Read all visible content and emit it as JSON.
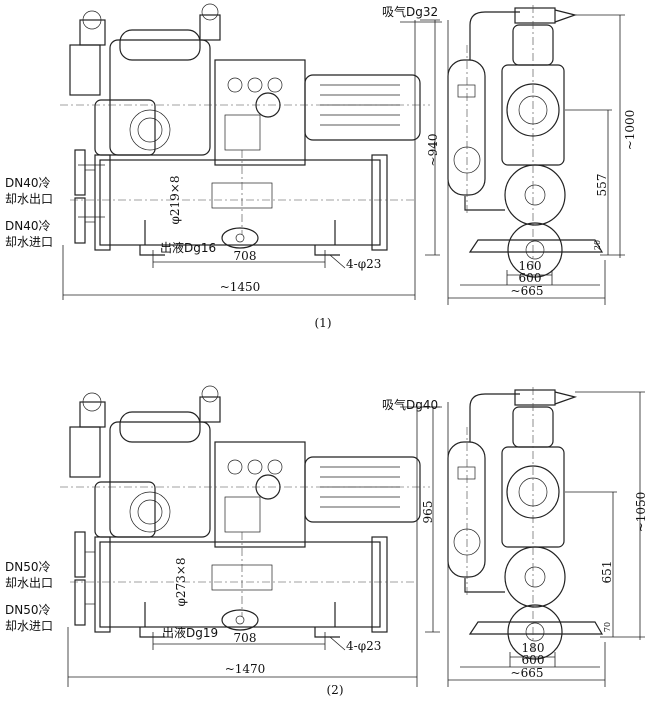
{
  "figures": [
    {
      "caption": "(1)",
      "suction": "吸气Dg32",
      "height_total": "~940",
      "height_side": "~1000",
      "axis_height": "557",
      "outlet": [
        "DN40冷",
        "却水出口"
      ],
      "inlet": [
        "DN40冷",
        "却水进口"
      ],
      "shell": "φ219×8",
      "liquid": "出液Dg16",
      "foot_span": "708",
      "bolts": "4-φ23",
      "length": "~1450",
      "base_inner": "160",
      "base_mid": "600",
      "width": "~665",
      "base_h": "20"
    },
    {
      "caption": "(2)",
      "suction": "吸气Dg40",
      "height_total": "965",
      "height_side": "~1050",
      "axis_height": "651",
      "outlet": [
        "DN50冷",
        "却水出口"
      ],
      "inlet": [
        "DN50冷",
        "却水进口"
      ],
      "shell": "φ273×8",
      "liquid": "出液Dg19",
      "foot_span": "708",
      "bolts": "4-φ23",
      "length": "~1470",
      "base_inner": "180",
      "base_mid": "600",
      "width": "~665",
      "base_h": "70"
    }
  ]
}
